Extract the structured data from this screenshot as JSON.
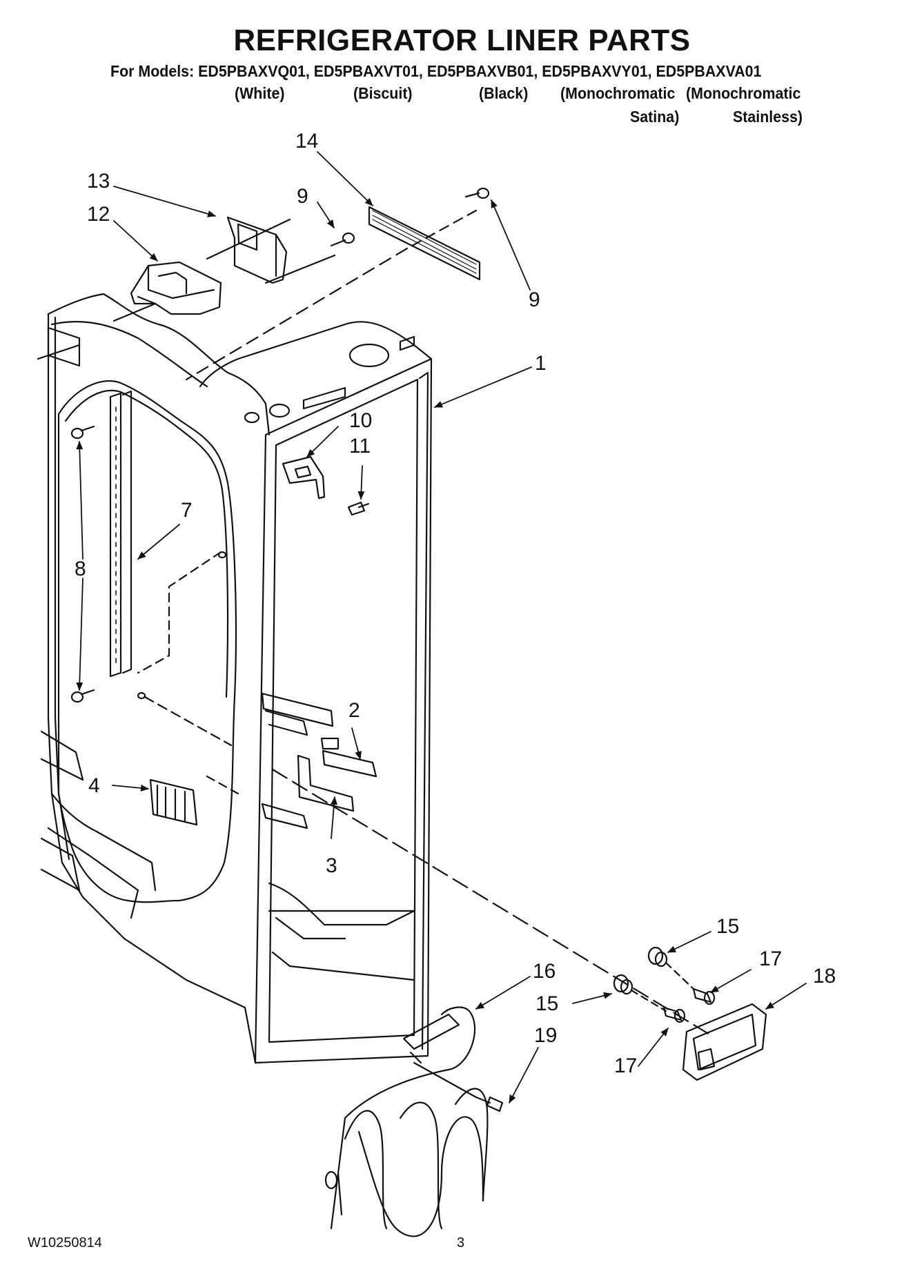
{
  "header": {
    "title": "REFRIGERATOR LINER PARTS",
    "models_line": "For Models: ED5PBAXVQ01, ED5PBAXVT01, ED5PBAXVB01, ED5PBAXVY01, ED5PBAXVA01",
    "variants": {
      "white": "(White)",
      "biscuit": "(Biscuit)",
      "black": "(Black)",
      "mono_satina_1": "(Monochromatic",
      "mono_satina_2": "Satina)",
      "mono_stainless_1": "(Monochromatic",
      "mono_stainless_2": "Stainless)"
    }
  },
  "callouts": {
    "c1": "1",
    "c2": "2",
    "c3": "3",
    "c4": "4",
    "c7": "7",
    "c8": "8",
    "c9_left": "9",
    "c9_right": "9",
    "c10": "10",
    "c11": "11",
    "c12": "12",
    "c13": "13",
    "c14": "14",
    "c15_top": "15",
    "c15_mid": "15",
    "c16": "16",
    "c17_top": "17",
    "c17_bottom": "17",
    "c18": "18",
    "c19": "19"
  },
  "footer": {
    "doc_number": "W10250814",
    "page_number": "3"
  }
}
